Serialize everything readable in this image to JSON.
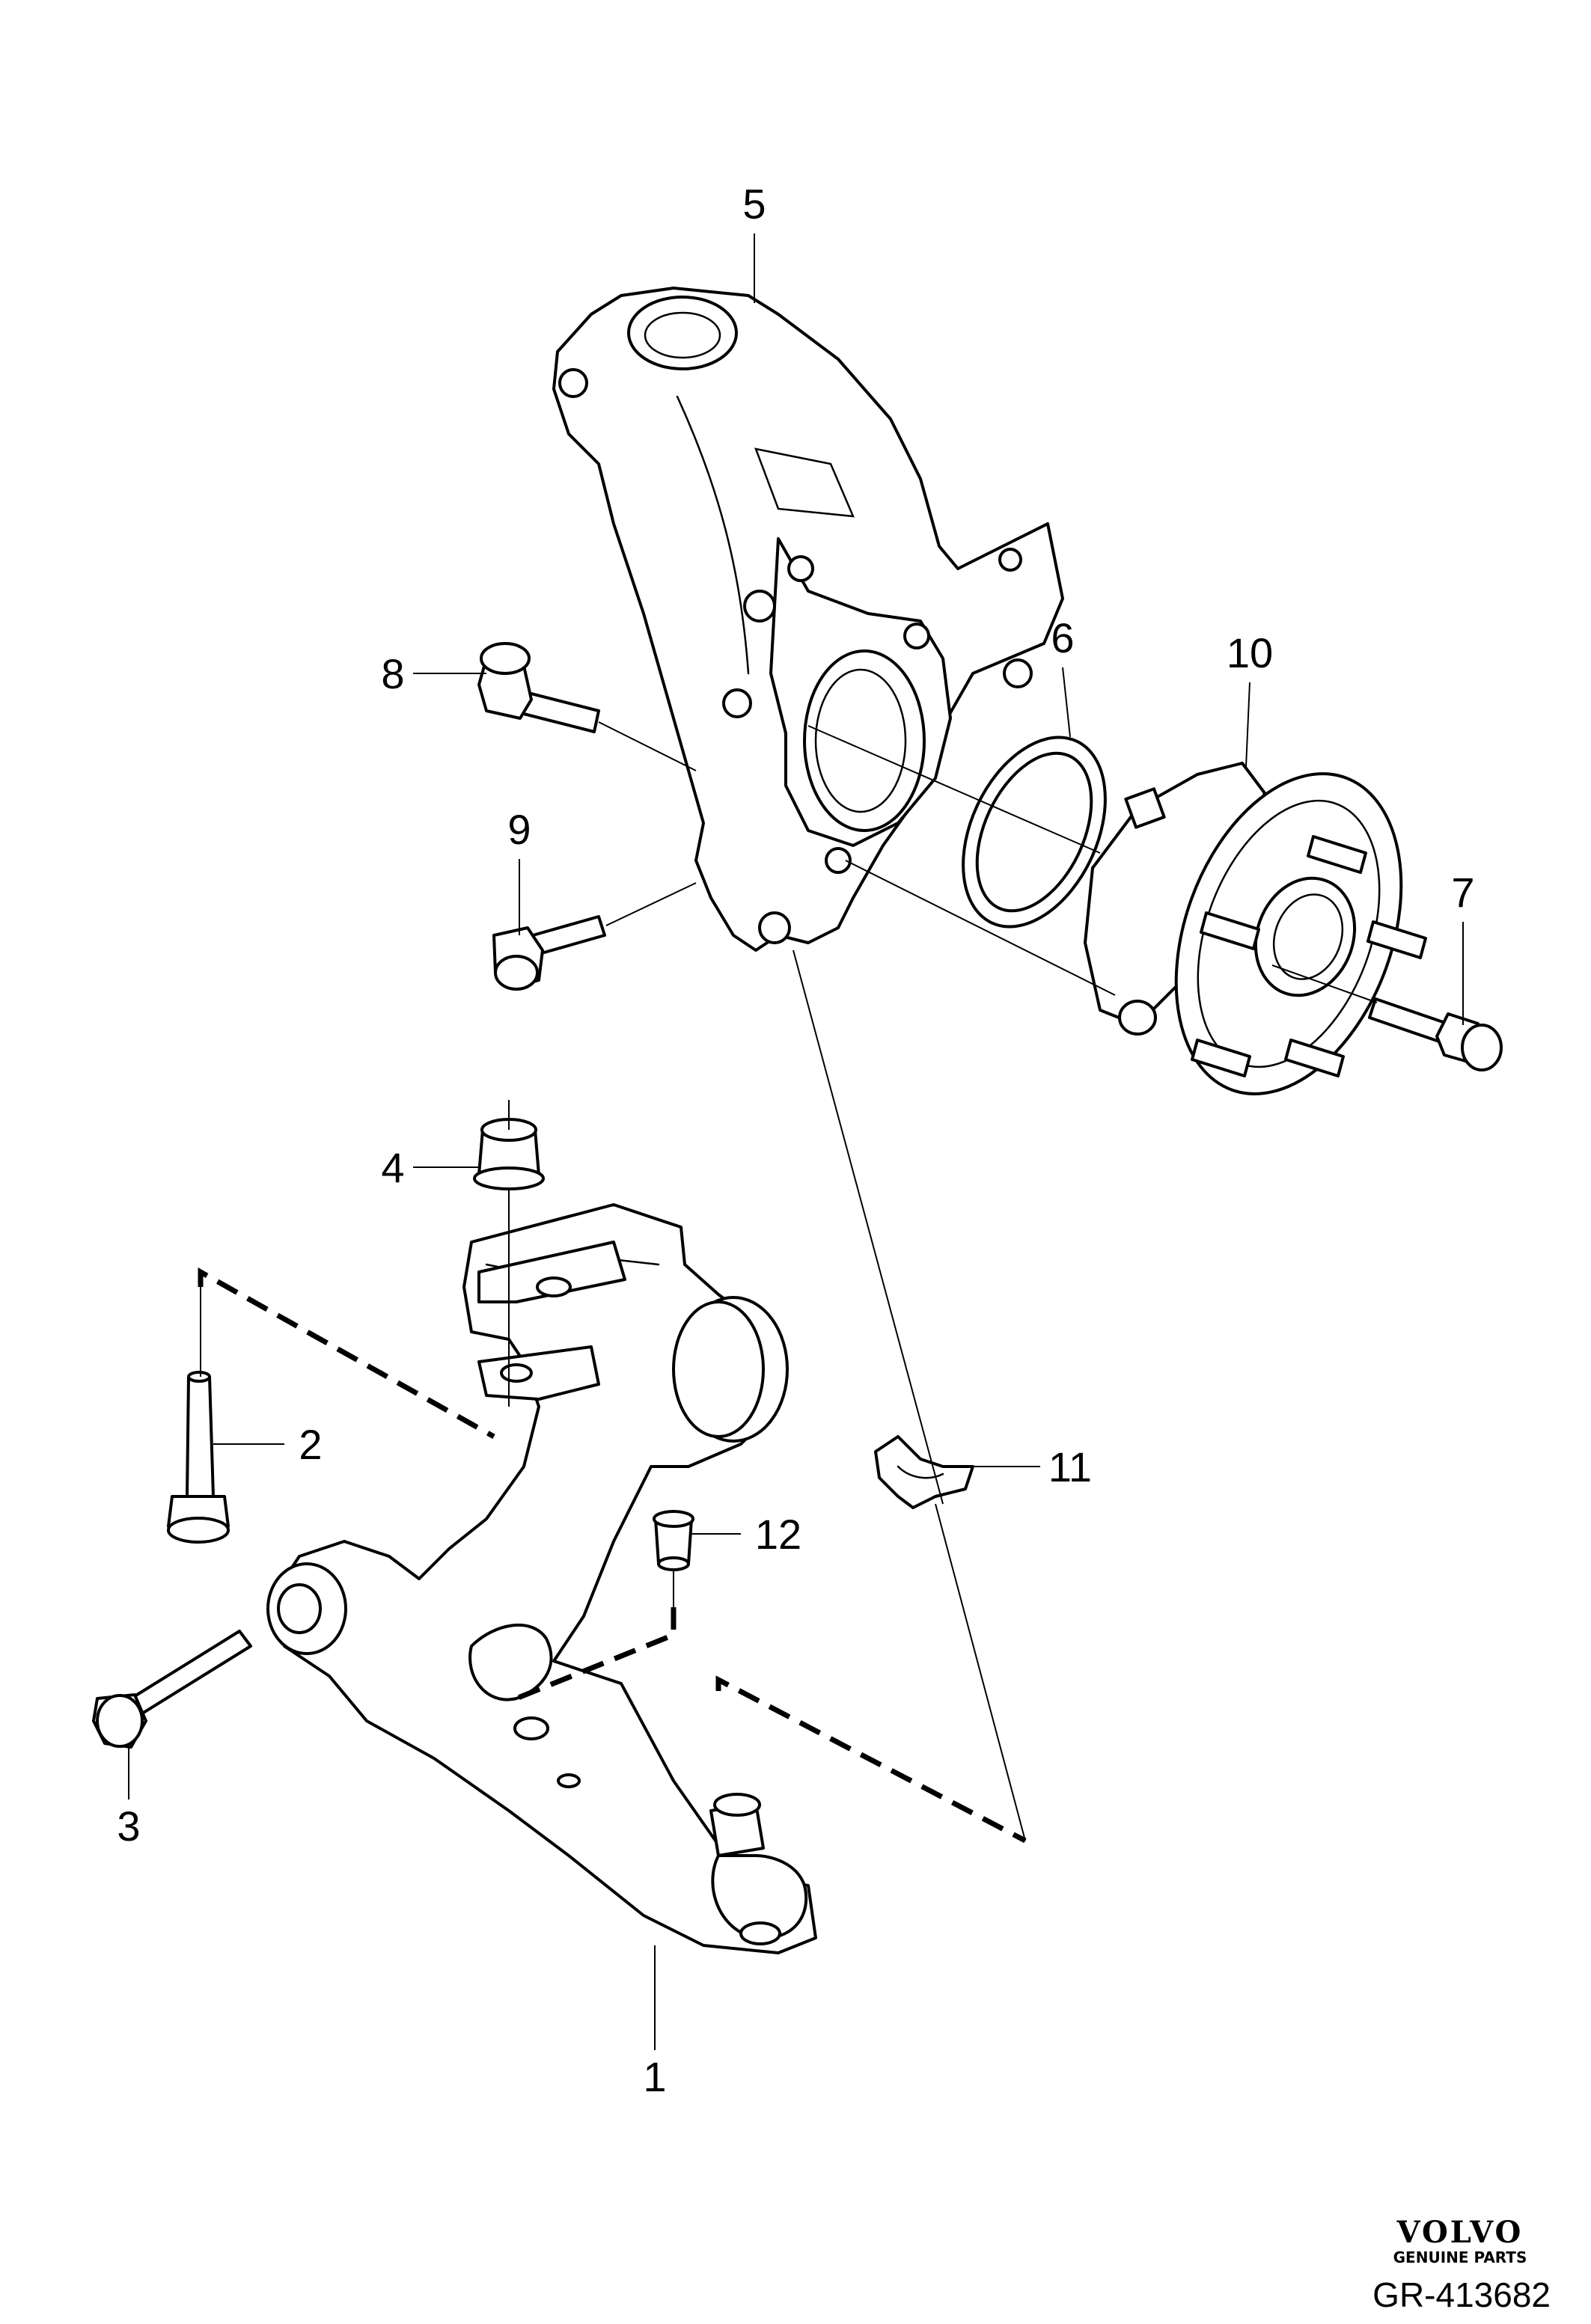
{
  "callouts": [
    {
      "id": "1",
      "part": "lower control arm"
    },
    {
      "id": "2",
      "part": "bolt"
    },
    {
      "id": "3",
      "part": "bolt"
    },
    {
      "id": "4",
      "part": "nut"
    },
    {
      "id": "5",
      "part": "steering knuckle"
    },
    {
      "id": "6",
      "part": "ring"
    },
    {
      "id": "7",
      "part": "bolt"
    },
    {
      "id": "8",
      "part": "bolt"
    },
    {
      "id": "9",
      "part": "bolt"
    },
    {
      "id": "10",
      "part": "wheel hub"
    },
    {
      "id": "11",
      "part": "clip"
    },
    {
      "id": "12",
      "part": "bushing"
    }
  ],
  "brand": {
    "name": "VOLVO",
    "subtitle": "GENUINE PARTS"
  },
  "drawing_number": "GR-413682"
}
